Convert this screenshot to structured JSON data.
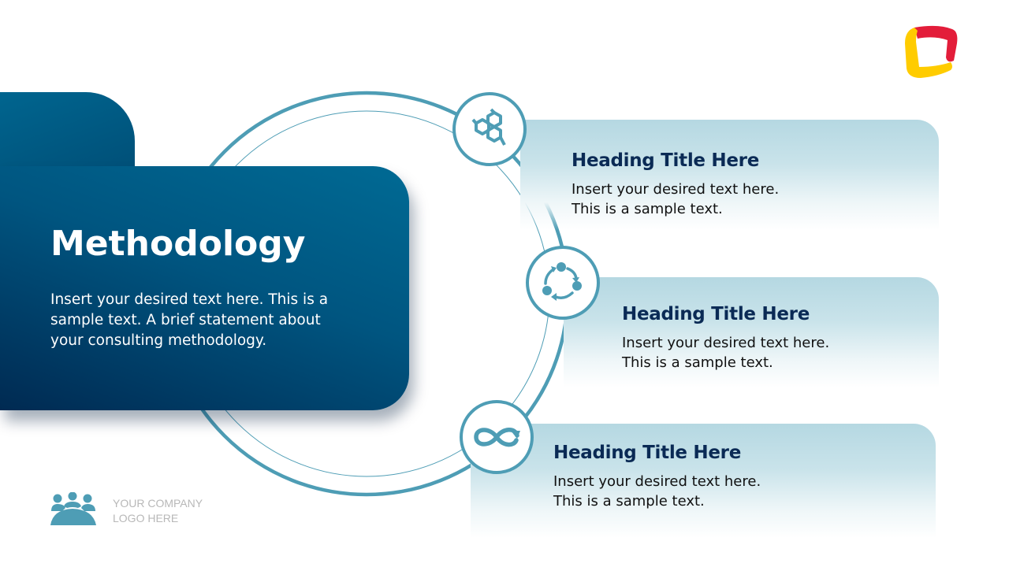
{
  "slide": {
    "title": "Methodology",
    "description": "Insert your desired text here. This is a sample text. A brief statement about your consulting methodology."
  },
  "steps": [
    {
      "icon": "molecule-icon",
      "heading": "Heading Title Here",
      "line1": "Insert your desired text here.",
      "line2": "This is a sample text."
    },
    {
      "icon": "cycle-icon",
      "heading": "Heading Title Here",
      "line1": "Insert your desired text here.",
      "line2": "This is a sample text."
    },
    {
      "icon": "infinity-icon",
      "heading": "Heading Title Here",
      "line1": "Insert your desired text here.",
      "line2": "This is a sample text."
    }
  ],
  "footer": {
    "logo_line1": "YOUR COMPANY",
    "logo_line2": "LOGO HERE"
  },
  "colors": {
    "accent": "#4e9db5",
    "panel_dark": "#002a52",
    "panel_light": "#006a94",
    "heading": "#0a2a55",
    "brand_red": "#e31d3a",
    "brand_yellow": "#ffcc00"
  }
}
